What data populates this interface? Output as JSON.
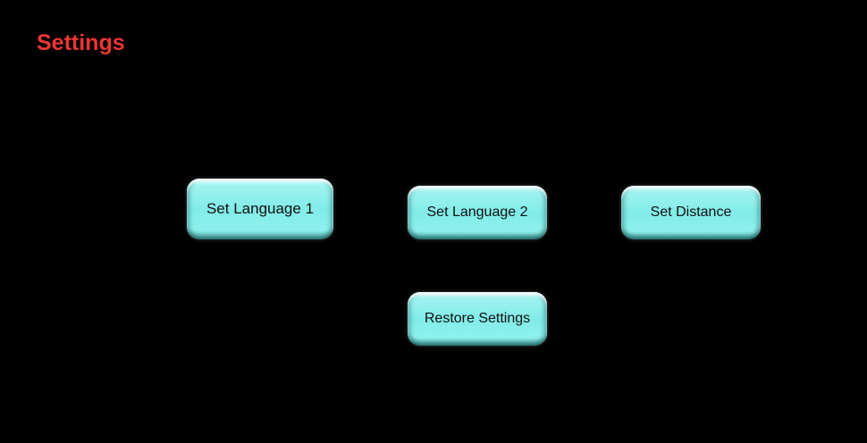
{
  "header": {
    "title": "Settings"
  },
  "buttons": {
    "set_language_1": "Set Language 1",
    "set_language_2": "Set Language 2",
    "set_distance": "Set Distance",
    "restore_settings": "Restore Settings"
  },
  "colors": {
    "title": "#ee3535",
    "button": "#82ece8"
  }
}
